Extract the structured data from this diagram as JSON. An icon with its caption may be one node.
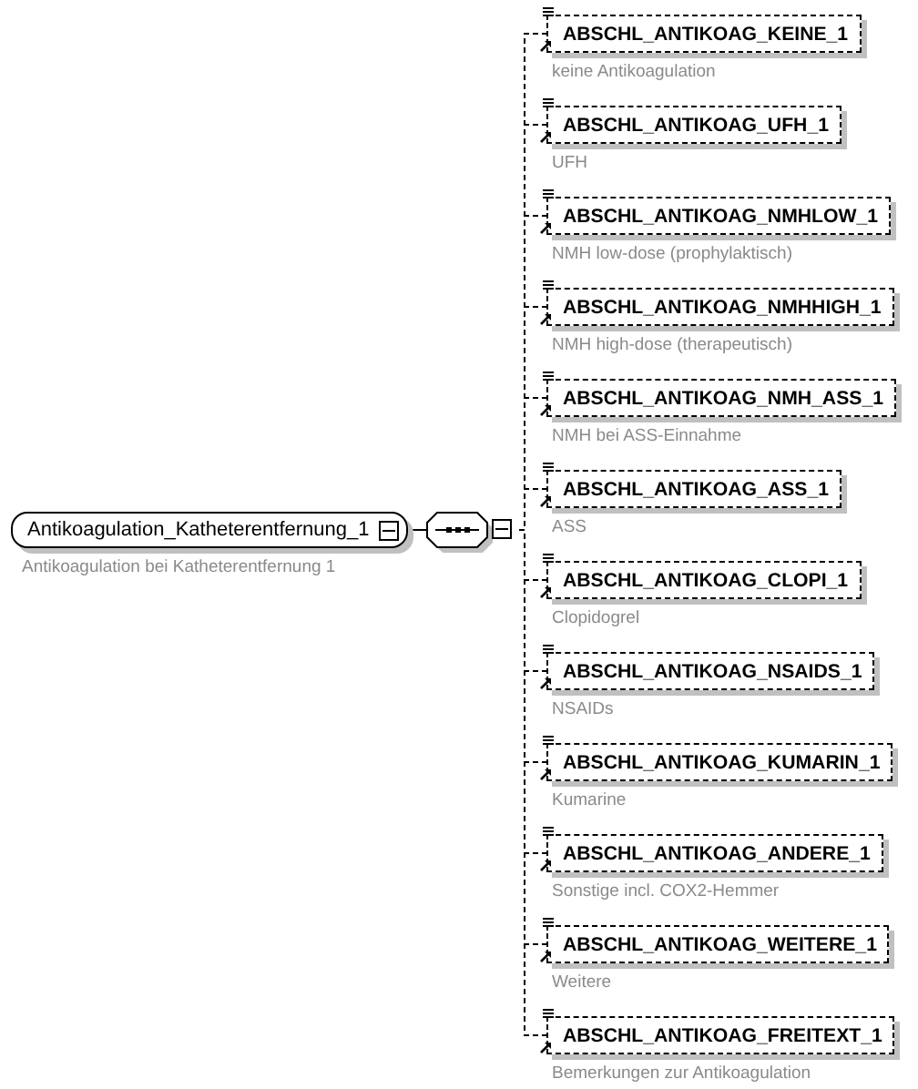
{
  "diagram": {
    "nodes": [
      {
        "text": [
          "Antikoagulation_Katheterentfernung_1"
        ],
        "beside": [
          "Antikoagulation bei Katheterentfernung 1"
        ]
      },
      {
        "text": [],
        "shape": "octagon"
      },
      {
        "text": [
          "ABSCHL_ANTIKOAG_KEINE_1"
        ],
        "beside": [
          "keine Antikoagulation"
        ]
      },
      {
        "text": [
          "ABSCHL_ANTIKOAG_UFH_1"
        ],
        "beside": [
          "UFH"
        ]
      },
      {
        "text": [
          "ABSCHL_ANTIKOAG_NMHLOW_1"
        ],
        "beside": [
          "NMH low-dose (prophylaktisch)"
        ]
      },
      {
        "text": [
          "ABSCHL_ANTIKOAG_NMHHIGH_1"
        ],
        "beside": [
          "NMH high-dose (therapeutisch)"
        ]
      },
      {
        "text": [
          "ABSCHL_ANTIKOAG_NMH_ASS_1"
        ],
        "beside": [
          "NMH bei ASS-Einnahme"
        ]
      },
      {
        "text": [
          "ABSCHL_ANTIKOAG_ASS_1"
        ],
        "beside": [
          "ASS"
        ]
      },
      {
        "text": [
          "ABSCHL_ANTIKOAG_CLOPI_1"
        ],
        "beside": [
          "Clopidogrel"
        ]
      },
      {
        "text": [
          "ABSCHL_ANTIKOAG_NSAIDS_1"
        ],
        "beside": [
          "NSAIDs"
        ]
      },
      {
        "text": [
          "ABSCHL_ANTIKOAG_KUMARIN_1"
        ],
        "beside": [
          "Kumarine"
        ]
      },
      {
        "text": [
          "ABSCHL_ANTIKOAG_ANDERE_1"
        ],
        "beside": [
          "Sonstige incl. COX2-Hemmer"
        ]
      },
      {
        "text": [
          "ABSCHL_ANTIKOAG_WEITERE_1"
        ],
        "beside": [
          "Weitere"
        ]
      },
      {
        "text": [
          "ABSCHL_ANTIKOAG_FREITEXT_1"
        ],
        "beside": [
          "Bemerkungen zur Antikoagulation"
        ]
      }
    ],
    "edges": [
      {
        "from": 0,
        "to": 1,
        "arrow": "none"
      },
      {
        "from": 1,
        "to": 2,
        "arrow": "none",
        "style": "dashed"
      },
      {
        "from": 1,
        "to": 3,
        "arrow": "none",
        "style": "dashed"
      },
      {
        "from": 1,
        "to": 4,
        "arrow": "none",
        "style": "dashed"
      },
      {
        "from": 1,
        "to": 5,
        "arrow": "none",
        "style": "dashed"
      },
      {
        "from": 1,
        "to": 6,
        "arrow": "none",
        "style": "dashed"
      },
      {
        "from": 1,
        "to": 7,
        "arrow": "none",
        "style": "dashed"
      },
      {
        "from": 1,
        "to": 8,
        "arrow": "none",
        "style": "dashed"
      },
      {
        "from": 1,
        "to": 9,
        "arrow": "none",
        "style": "dashed"
      },
      {
        "from": 1,
        "to": 10,
        "arrow": "none",
        "style": "dashed"
      },
      {
        "from": 1,
        "to": 11,
        "arrow": "none",
        "style": "dashed"
      },
      {
        "from": 1,
        "to": 12,
        "arrow": "none",
        "style": "dashed"
      },
      {
        "from": 1,
        "to": 13,
        "arrow": "none",
        "style": "dashed"
      }
    ]
  }
}
